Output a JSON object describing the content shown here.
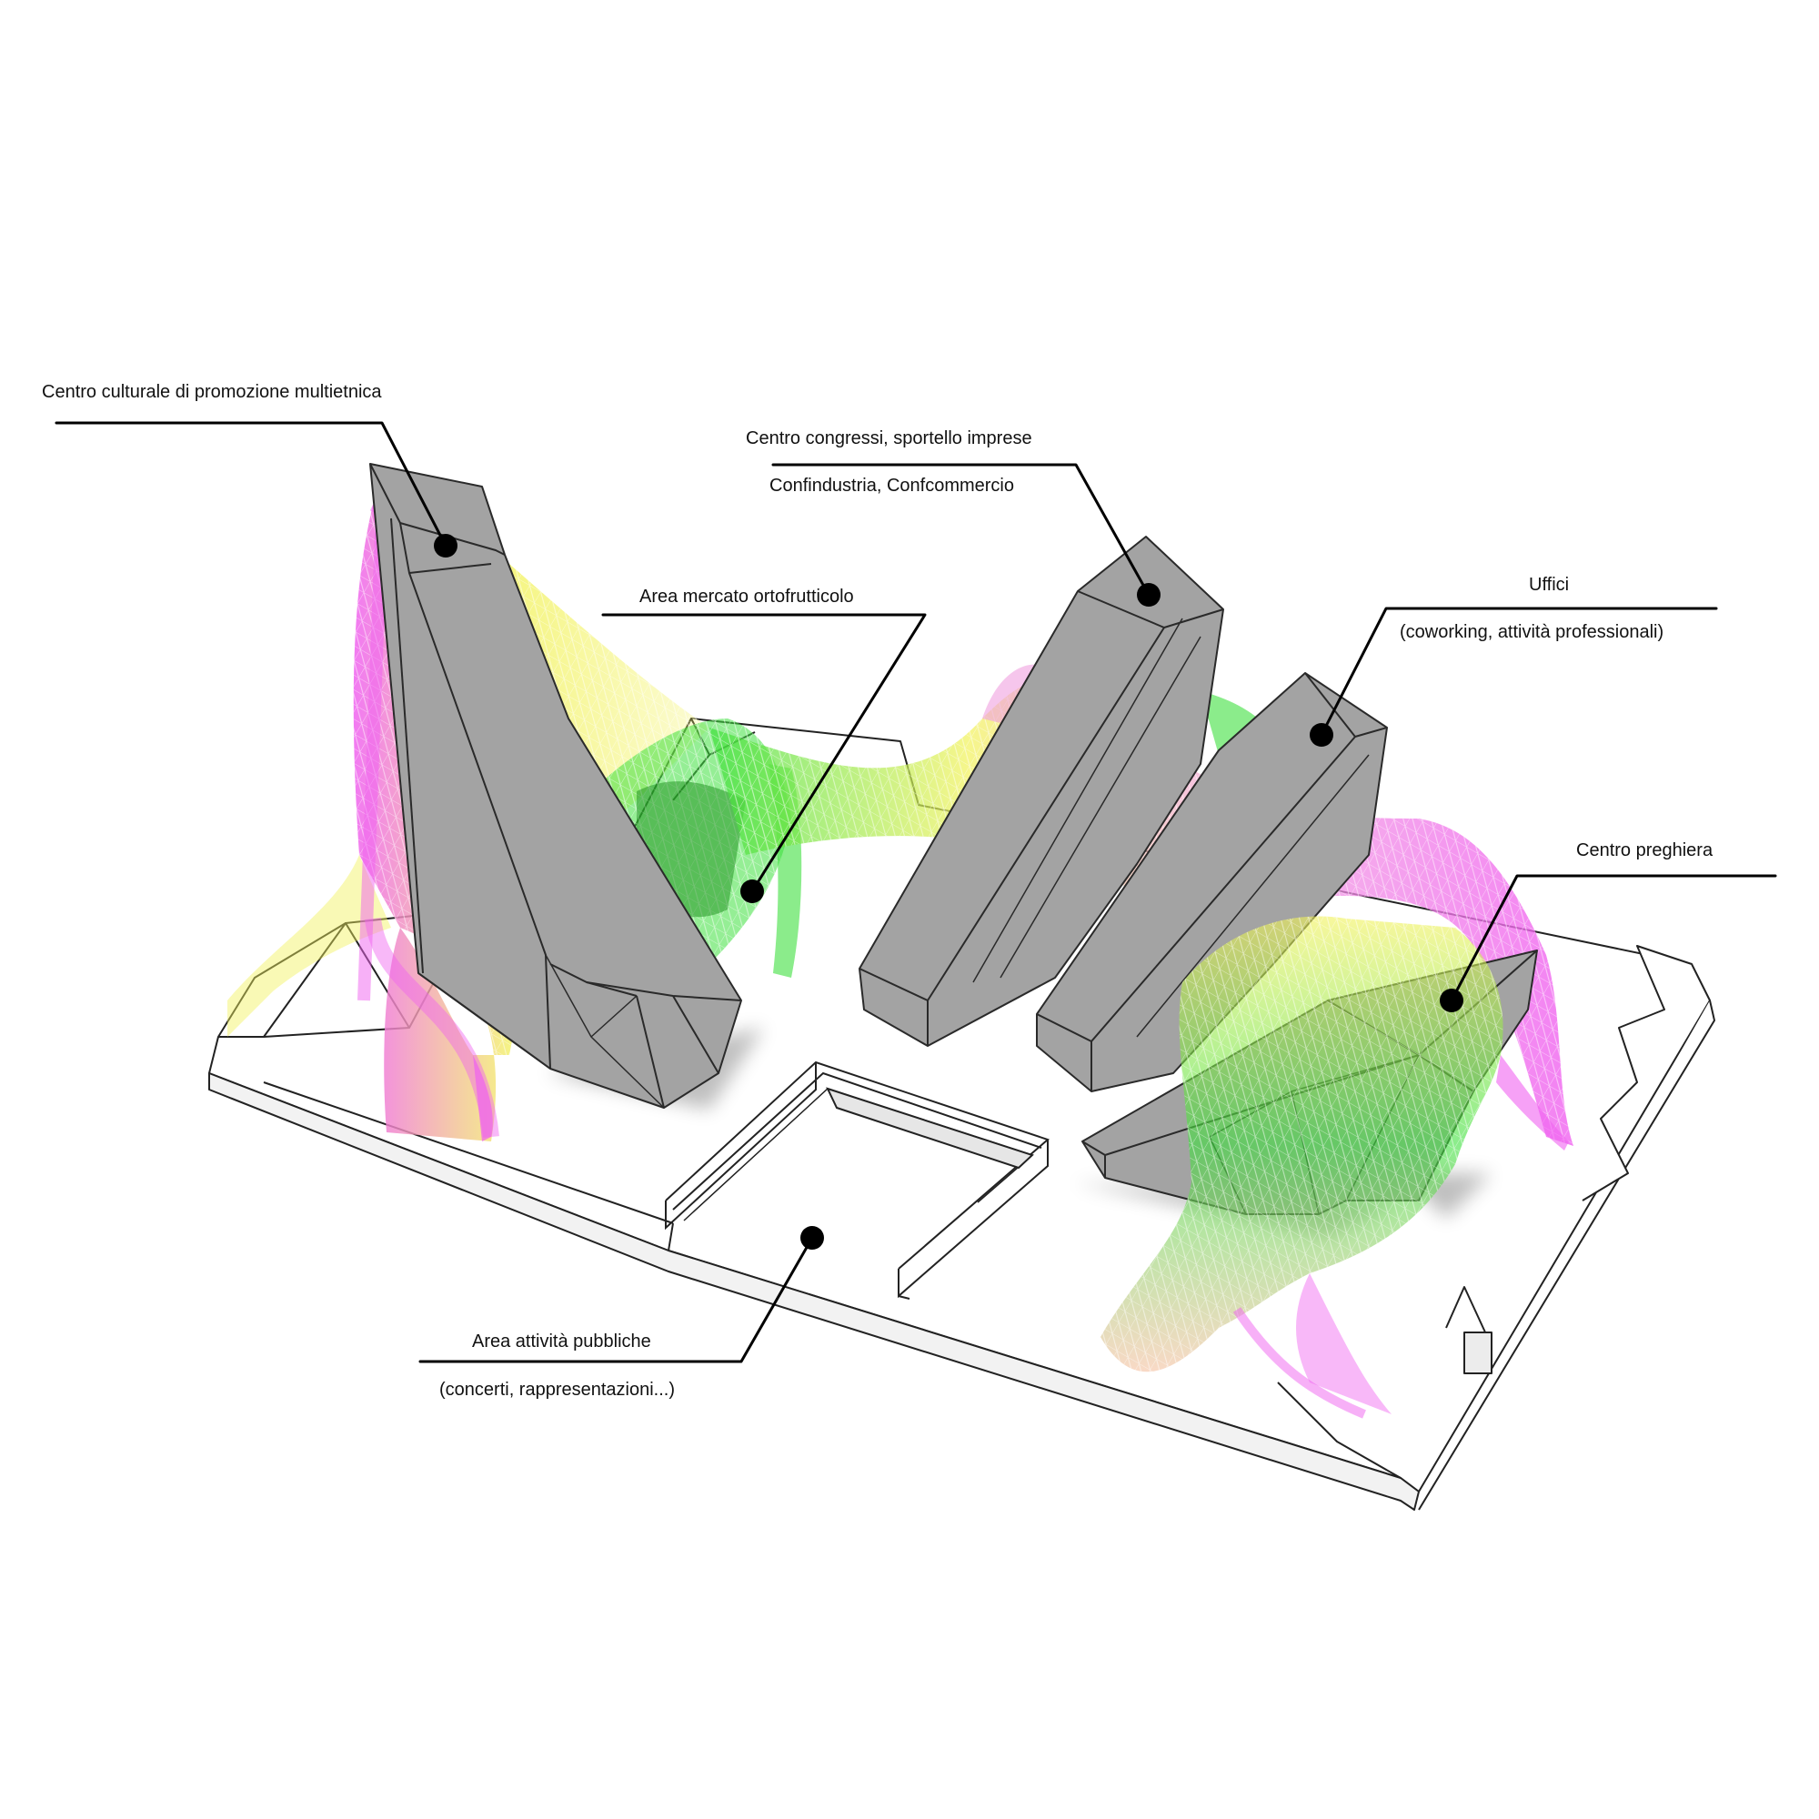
{
  "labels": {
    "centro_culturale": "Centro culturale di promozione multietnica",
    "centro_congressi_line1": "Centro congressi, sportello imprese",
    "centro_congressi_line2": "Confindustria, Confcommercio",
    "area_mercato": "Area mercato ortofrutticolo",
    "uffici_line1": "Uffici",
    "uffici_line2": "(coworking, attività professionali)",
    "centro_preghiera": "Centro preghiera",
    "area_pubbliche_line1": "Area attività pubbliche",
    "area_pubbliche_line2": "(concerti, rappresentazioni...)"
  },
  "colors": {
    "volume_fill": "#a3a3a3",
    "volume_edge": "#2a2a2a",
    "base_line": "#222222",
    "mesh_magenta": "#f062f0",
    "mesh_yellow": "#f2f25a",
    "mesh_green": "#3ee03e",
    "leader": "#000000"
  }
}
